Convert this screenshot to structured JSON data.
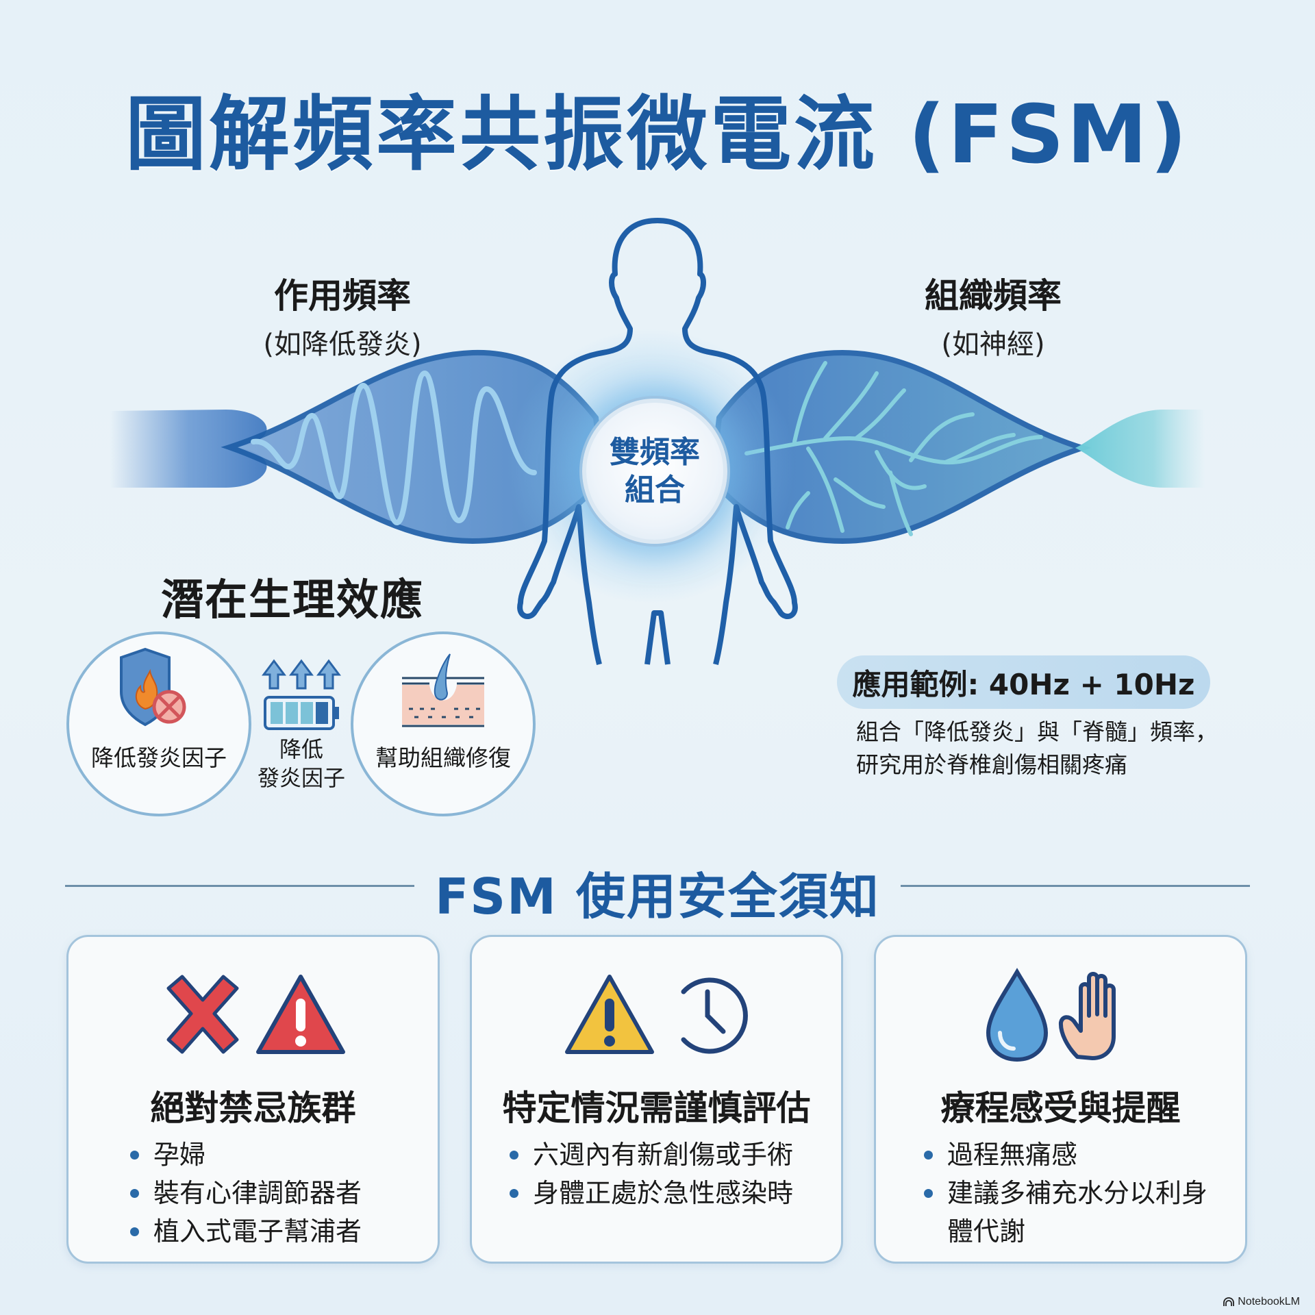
{
  "title": "圖解頻率共振微電流 (FSM)",
  "frequencies": {
    "left": {
      "label": "作用頻率",
      "example": "(如降低發炎)",
      "visual": "sine-wave"
    },
    "right": {
      "label": "組織頻率",
      "example": "(如神經)",
      "visual": "nerve-branches"
    },
    "center": {
      "line1": "雙頻率",
      "line2": "組合"
    }
  },
  "effects": {
    "title": "潛在生理效應",
    "items": [
      {
        "label": "降低發炎因子",
        "icon": "shield-fire-blocked-icon"
      },
      {
        "label_line1": "降低",
        "label_line2": "發炎因子",
        "icon": "battery-arrows-up-icon"
      },
      {
        "label": "幫助組織修復",
        "icon": "skin-tissue-icon"
      }
    ]
  },
  "example": {
    "pill": "應用範例: 40Hz + 10Hz",
    "desc_line1": "組合「降低發炎」與「脊髓」頻率，",
    "desc_line2": "研究用於脊椎創傷相關疼痛"
  },
  "safety": {
    "title": "FSM 使用安全須知",
    "cards": [
      {
        "title": "絕對禁忌族群",
        "icons": [
          "red-x-icon",
          "red-warning-icon"
        ],
        "items": [
          "孕婦",
          "裝有心律調節器者",
          "植入式電子幫浦者"
        ]
      },
      {
        "title": "特定情況需謹慎評估",
        "icons": [
          "yellow-warning-icon",
          "clock-icon"
        ],
        "items": [
          "六週內有新創傷或手術",
          "身體正處於急性感染時"
        ]
      },
      {
        "title": "療程感受與提醒",
        "icons": [
          "water-drop-icon",
          "hand-icon"
        ],
        "items": [
          "過程無痛感",
          "建議多補充水分以利身體代謝"
        ]
      }
    ]
  },
  "colors": {
    "title_blue": "#1d5ba0",
    "wing_blue": "#3f7fc2",
    "wave_light": "#9fd0ee",
    "teal": "#7fd0dc",
    "red": "#e0474c",
    "yellow": "#f2c33f"
  },
  "watermark": "NotebookLM"
}
